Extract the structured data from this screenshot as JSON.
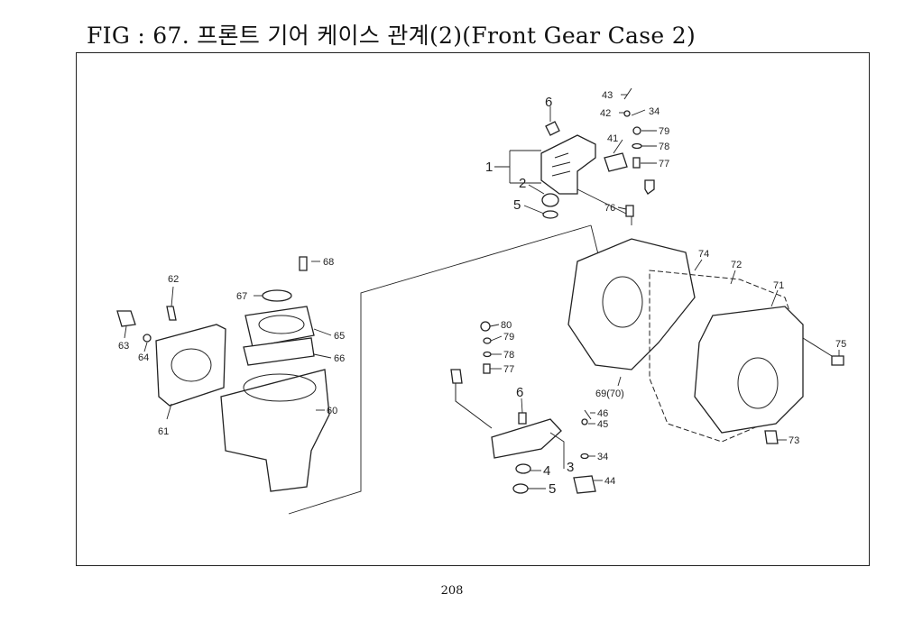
{
  "title": "FIG : 67. 프론트 기어 케이스 관계(2)(Front Gear Case 2)",
  "page_number": "208",
  "callouts": {
    "c1": "1",
    "c2": "2",
    "c3": "3",
    "c4": "4",
    "c5_top": "5",
    "c5_bottom": "5",
    "c6_top": "6",
    "c6_bottom": "6",
    "c34_top": "34",
    "c34_bottom": "34",
    "c41": "41",
    "c42": "42",
    "c43": "43",
    "c44": "44",
    "c45": "45",
    "c46": "46",
    "c60": "60",
    "c61": "61",
    "c62": "62",
    "c63": "63",
    "c64": "64",
    "c65": "65",
    "c66": "66",
    "c67": "67",
    "c68": "68",
    "c69": "69(70)",
    "c71": "71",
    "c72": "72",
    "c73": "73",
    "c74": "74",
    "c75": "75",
    "c76": "76",
    "c77_top": "77",
    "c77_bottom": "77",
    "c78_top": "78",
    "c78_bottom": "78",
    "c79_top": "79",
    "c79_bottom": "79",
    "c80": "80"
  }
}
